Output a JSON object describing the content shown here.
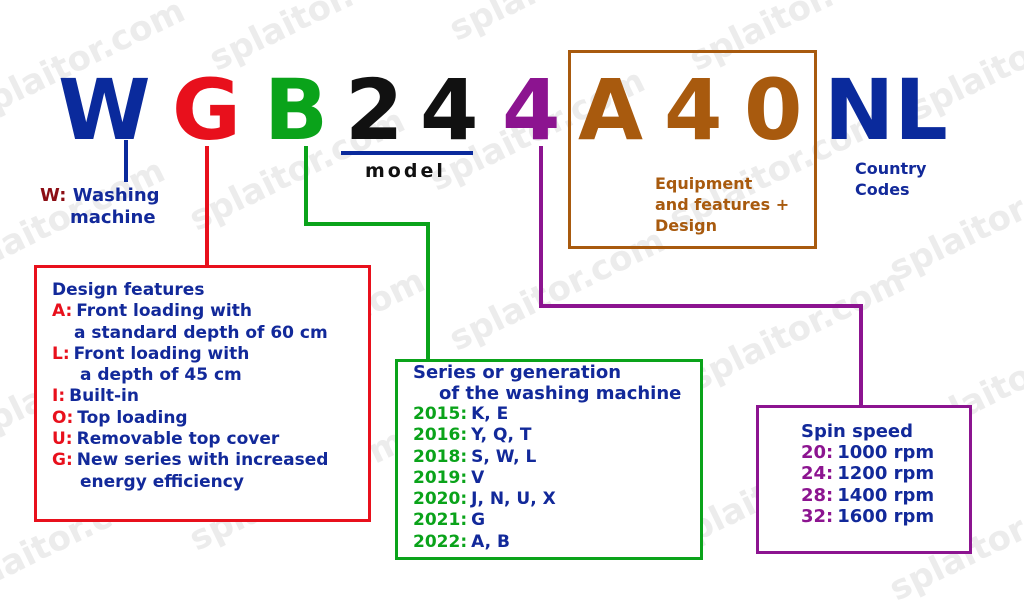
{
  "watermark": "splaitor.com",
  "colors": {
    "blue": "#0a2a9c",
    "red": "#e8101c",
    "green": "#0aa31a",
    "black": "#111111",
    "purple": "#8c1490",
    "brown": "#a85a0e",
    "dark_red": "#8c0d14",
    "navy_text": "#12299a"
  },
  "code": {
    "chars": [
      "W",
      "G",
      "B",
      "2",
      "4",
      "4",
      "A",
      "4",
      "0",
      "NL"
    ]
  },
  "labels": {
    "model": "model",
    "washing_key": "W:",
    "washing_value_1": "Washing",
    "washing_value_2": "machine",
    "country_1": "Country",
    "country_2": "Codes"
  },
  "equipment_box": {
    "lines": [
      "Equipment",
      "and features +",
      "Design"
    ]
  },
  "design_box": {
    "title": "Design features",
    "items": [
      {
        "key": "A:",
        "text": "Front loading with",
        "cont": "a standard depth of 60 cm"
      },
      {
        "key": "L:",
        "text": "Front loading with",
        "cont": "a depth of 45 cm"
      },
      {
        "key": "I:",
        "text": "Built-in"
      },
      {
        "key": "O:",
        "text": "Top loading"
      },
      {
        "key": "U:",
        "text": "Removable top cover"
      },
      {
        "key": "G:",
        "text": "New series with increased",
        "cont": "energy efficiency"
      }
    ]
  },
  "series_box": {
    "title_1": "Series or generation",
    "title_2": "of the washing machine",
    "items": [
      {
        "year": "2015:",
        "codes": "K, E"
      },
      {
        "year": "2016:",
        "codes": "Y, Q, T"
      },
      {
        "year": "2018:",
        "codes": "S, W, L"
      },
      {
        "year": "2019:",
        "codes": "V"
      },
      {
        "year": "2020:",
        "codes": "J, N, U, X"
      },
      {
        "year": "2021:",
        "codes": "G"
      },
      {
        "year": "2022:",
        "codes": "A, B"
      }
    ]
  },
  "spin_box": {
    "title": "Spin speed",
    "items": [
      {
        "code": "20:",
        "rpm": "1000 rpm"
      },
      {
        "code": "24:",
        "rpm": "1200 rpm"
      },
      {
        "code": "28:",
        "rpm": "1400 rpm"
      },
      {
        "code": "32:",
        "rpm": "1600 rpm"
      }
    ]
  }
}
